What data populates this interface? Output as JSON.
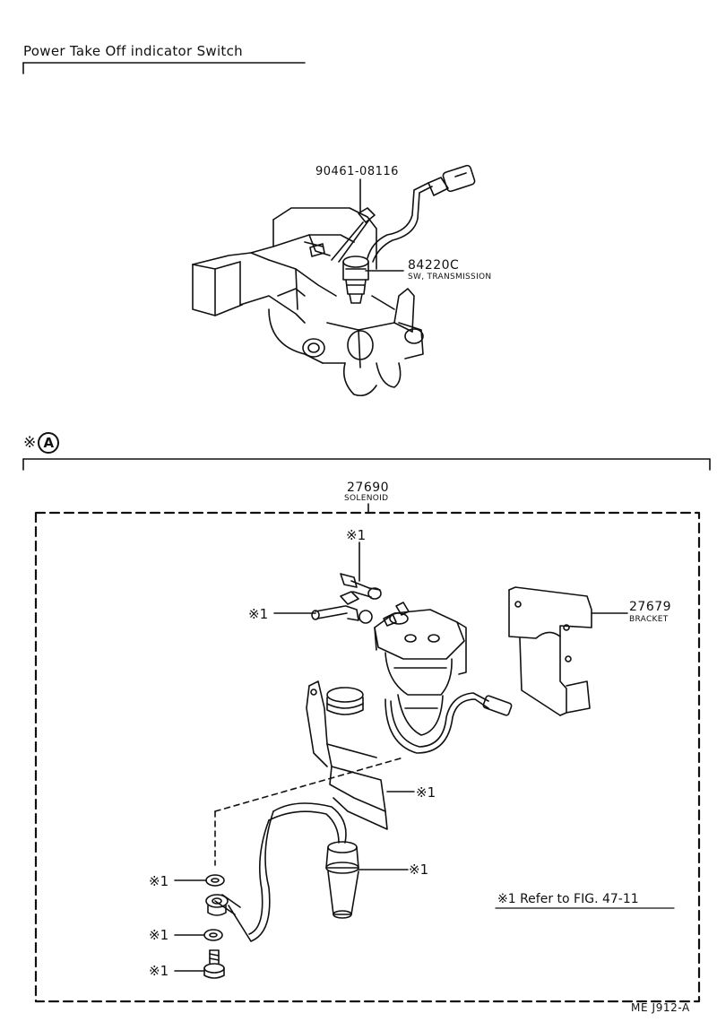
{
  "header": {
    "title": "Power Take Off indicator Switch"
  },
  "section_top": {
    "parts": [
      {
        "number": "90461-08116",
        "description": ""
      },
      {
        "number": "84220C",
        "description": "SW, TRANSMISSION"
      }
    ]
  },
  "section_a": {
    "marker_symbol": "※",
    "marker_letter": "A",
    "parts": [
      {
        "number": "27690",
        "description": "SOLENOID"
      },
      {
        "number": "27679",
        "description": "BRACKET"
      }
    ],
    "ref_mark": "※1",
    "note": "※1 Refer to FIG. 47-11"
  },
  "footer": {
    "drawing_code": "ME J912-A"
  }
}
